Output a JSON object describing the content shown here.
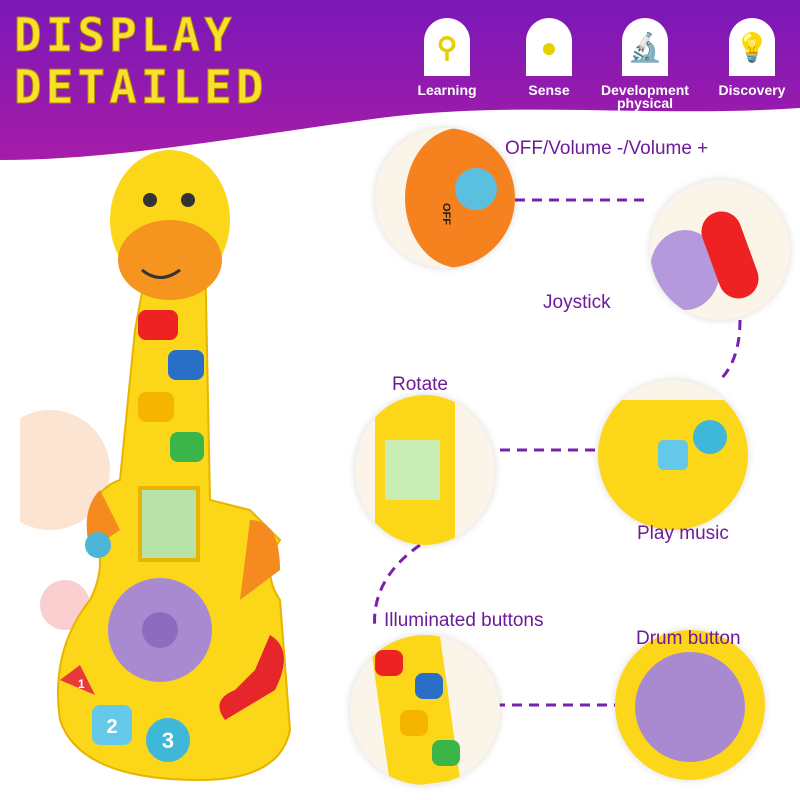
{
  "title": {
    "line1": "DISPLAY",
    "line2": "DETAILED"
  },
  "features": [
    {
      "label": "Learning",
      "icon": "maze-icon"
    },
    {
      "label": "Sense",
      "icon": "sense-icon"
    },
    {
      "label": "Development physical",
      "icon": "microscope-icon"
    },
    {
      "label": "Discovery",
      "icon": "lightbulb-icon"
    }
  ],
  "callouts": {
    "volume": "OFF/Volume -/Volume +",
    "joystick": "Joystick",
    "rotate": "Rotate",
    "play_music": "Play music",
    "illuminated": "Illuminated buttons",
    "drum": "Drum button"
  },
  "product_text": {
    "switch": "OFF",
    "buttons": [
      "1",
      "2",
      "3"
    ]
  },
  "colors": {
    "header_purple": "#8a1cb5",
    "accent_yellow": "#f7e12a",
    "label_purple": "#6e1b99",
    "toy_yellow": "#fbd619",
    "toy_orange": "#f58a1f",
    "drum_purple": "#a98ad0"
  }
}
